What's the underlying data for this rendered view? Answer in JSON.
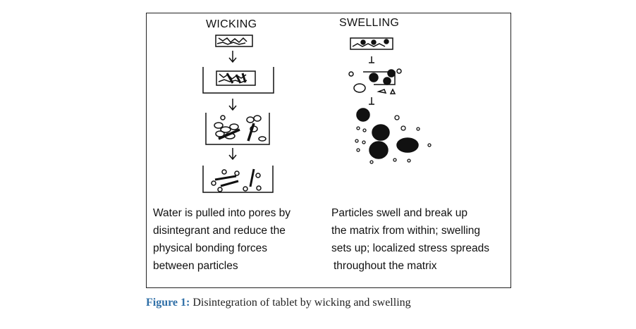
{
  "figure": {
    "wicking": {
      "title": "WICKING",
      "description": [
        "Water is pulled into pores by",
        "disintegrant and reduce the",
        "physical bonding forces",
        "between particles"
      ]
    },
    "swelling": {
      "title": "SWELLING",
      "description": [
        "Particles swell and break up",
        "the matrix from within; swelling",
        "sets up; localized stress spreads",
        "throughout the matrix"
      ]
    }
  },
  "caption": {
    "label": "Figure 1:",
    "text": " Disintegration of tablet by wicking and swelling"
  },
  "colors": {
    "caption_label": "#2f6fa7"
  }
}
